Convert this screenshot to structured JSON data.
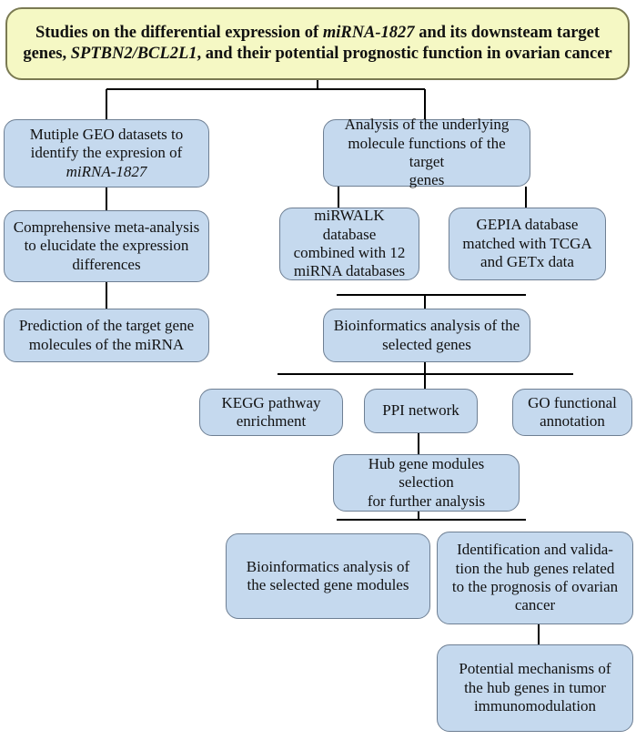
{
  "title": {
    "parts": [
      {
        "text": "Studies on the differential expression of ",
        "italic": false
      },
      {
        "text": "miRNA-1827",
        "italic": true
      },
      {
        "text": " and its downsteam target  genes, ",
        "italic": false
      },
      {
        "text": "SPTBN2/BCL2L1",
        "italic": true
      },
      {
        "text": ", and their potential prognostic function in ovarian cancer",
        "italic": false
      }
    ]
  },
  "left_branch": {
    "geo": {
      "lines": [
        {
          "text": "Mutiple GEO datasets to",
          "italic": false
        },
        {
          "text": "identify the expresion of",
          "italic": false
        },
        {
          "text": "miRNA-1827",
          "italic": true
        }
      ]
    },
    "meta": {
      "lines": [
        {
          "text": "Comprehensive meta-analysis"
        },
        {
          "text": "to elucidate the expression"
        },
        {
          "text": "differences"
        }
      ]
    },
    "prediction": {
      "lines": [
        {
          "text": "Prediction of the target gene"
        },
        {
          "text": "molecules of  the miRNA"
        }
      ]
    }
  },
  "right_branch": {
    "underlying": {
      "lines": [
        {
          "text": "Analysis of the underlying"
        },
        {
          "text": "molecule functions of the target"
        },
        {
          "text": "genes"
        }
      ]
    },
    "mirwalk": {
      "lines": [
        {
          "text": "miRWALK database"
        },
        {
          "text": "combined with 12"
        },
        {
          "text": "miRNA databases"
        }
      ]
    },
    "gepia": {
      "lines": [
        {
          "text": "GEPIA database"
        },
        {
          "text": "matched with TCGA"
        },
        {
          "text": "and GETx data"
        }
      ]
    },
    "bioinfo_selected": {
      "lines": [
        {
          "text": "Bioinformatics analysis of the"
        },
        {
          "text": "selected genes"
        }
      ]
    },
    "kegg": {
      "lines": [
        {
          "text": "KEGG pathway"
        },
        {
          "text": "enrichment"
        }
      ]
    },
    "ppi": {
      "lines": [
        {
          "text": "PPI network"
        }
      ]
    },
    "go": {
      "lines": [
        {
          "text": "GO functional"
        },
        {
          "text": "annotation"
        }
      ]
    },
    "hub_modules": {
      "lines": [
        {
          "text": "Hub gene modules selection"
        },
        {
          "text": "for further analysis"
        }
      ]
    },
    "bioinfo_modules": {
      "lines": [
        {
          "text": "Bioinformatics analysis of"
        },
        {
          "text": "the selected gene modules"
        }
      ]
    },
    "identification": {
      "lines": [
        {
          "text": "Identification and valida-"
        },
        {
          "text": "tion the hub genes related"
        },
        {
          "text": "to the prognosis of ovarian"
        },
        {
          "text": "cancer"
        }
      ]
    },
    "mechanisms": {
      "lines": [
        {
          "text": "Potential mechanisms of"
        },
        {
          "text": "the hub genes in tumor"
        },
        {
          "text": "immunomodulation"
        }
      ]
    }
  },
  "colors": {
    "box_fill": "#c5d9ee",
    "box_border": "#6e7f93",
    "title_fill": "#f5f8c4",
    "connector": "#000000"
  }
}
